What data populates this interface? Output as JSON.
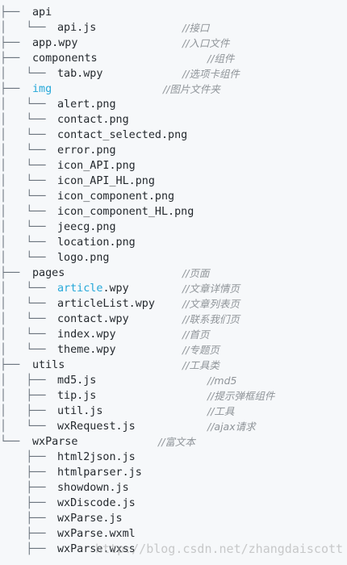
{
  "rows": [
    {
      "guide": "├── ",
      "name": "api",
      "comment": ""
    },
    {
      "guide": "│   └── ",
      "name": "api.js",
      "comment": "//接口"
    },
    {
      "guide": "├── ",
      "name": "app.wpy",
      "comment": "//入口文件"
    },
    {
      "guide": "├── ",
      "name": "components",
      "comment": "//组件"
    },
    {
      "guide": "│   └── ",
      "name": "tab.wpy",
      "comment": "//选项卡组件"
    },
    {
      "guide": "├── ",
      "name": "",
      "hl": "img",
      "rest": "",
      "comment": "//图片文件夹"
    },
    {
      "guide": "│   └── ",
      "name": "alert.png",
      "comment": ""
    },
    {
      "guide": "│   └── ",
      "name": "contact.png",
      "comment": ""
    },
    {
      "guide": "│   └── ",
      "name": "contact_selected.png",
      "comment": ""
    },
    {
      "guide": "│   └── ",
      "name": "error.png",
      "comment": ""
    },
    {
      "guide": "│   └── ",
      "name": "icon_API.png",
      "comment": ""
    },
    {
      "guide": "│   └── ",
      "name": "icon_API_HL.png",
      "comment": ""
    },
    {
      "guide": "│   └── ",
      "name": "icon_component.png",
      "comment": ""
    },
    {
      "guide": "│   └── ",
      "name": "icon_component_HL.png",
      "comment": ""
    },
    {
      "guide": "│   └── ",
      "name": "jeecg.png",
      "comment": ""
    },
    {
      "guide": "│   └── ",
      "name": "location.png",
      "comment": ""
    },
    {
      "guide": "│   └── ",
      "name": "logo.png",
      "comment": ""
    },
    {
      "guide": "├── ",
      "name": "pages",
      "comment": "//页面"
    },
    {
      "guide": "│   └── ",
      "name": "",
      "hl": "article",
      "rest": ".wpy",
      "comment": "//文章详情页"
    },
    {
      "guide": "│   └── ",
      "name": "articleList.wpy",
      "comment": "//文章列表页"
    },
    {
      "guide": "│   └── ",
      "name": "contact.wpy",
      "comment": "//联系我们页"
    },
    {
      "guide": "│   └── ",
      "name": "index.wpy",
      "comment": "//首页"
    },
    {
      "guide": "│   └── ",
      "name": "theme.wpy",
      "comment": "//专题页"
    },
    {
      "guide": "├── ",
      "name": "utils",
      "comment": "//工具类"
    },
    {
      "guide": "│   ├── ",
      "name": "md5.js",
      "comment": "//md5"
    },
    {
      "guide": "│   ├── ",
      "name": "tip.js",
      "comment": "//提示弹框组件"
    },
    {
      "guide": "│   ├── ",
      "name": "util.js",
      "comment": "//工具"
    },
    {
      "guide": "│   └── ",
      "name": "wxRequest.js",
      "comment": "//ajax请求"
    },
    {
      "guide": "└── ",
      "name": "wxParse",
      "comment": "//富文本"
    },
    {
      "guide": "    ├── ",
      "name": "html2json.js",
      "comment": ""
    },
    {
      "guide": "    ├── ",
      "name": "htmlparser.js",
      "comment": ""
    },
    {
      "guide": "    ├── ",
      "name": "showdown.js",
      "comment": ""
    },
    {
      "guide": "    ├── ",
      "name": "wxDiscode.js",
      "comment": ""
    },
    {
      "guide": "    ├── ",
      "name": "wxParse.js",
      "comment": ""
    },
    {
      "guide": "    ├── ",
      "name": "wxParse.wxml",
      "comment": ""
    },
    {
      "guide": "    ├── ",
      "name": "wxParse.wxss",
      "comment": ""
    }
  ],
  "watermark": "http://blog.csdn.net/zhangdaiscott",
  "colors": {
    "highlight": "#26a8d9",
    "comment": "#8f9499",
    "text": "#24292e"
  }
}
